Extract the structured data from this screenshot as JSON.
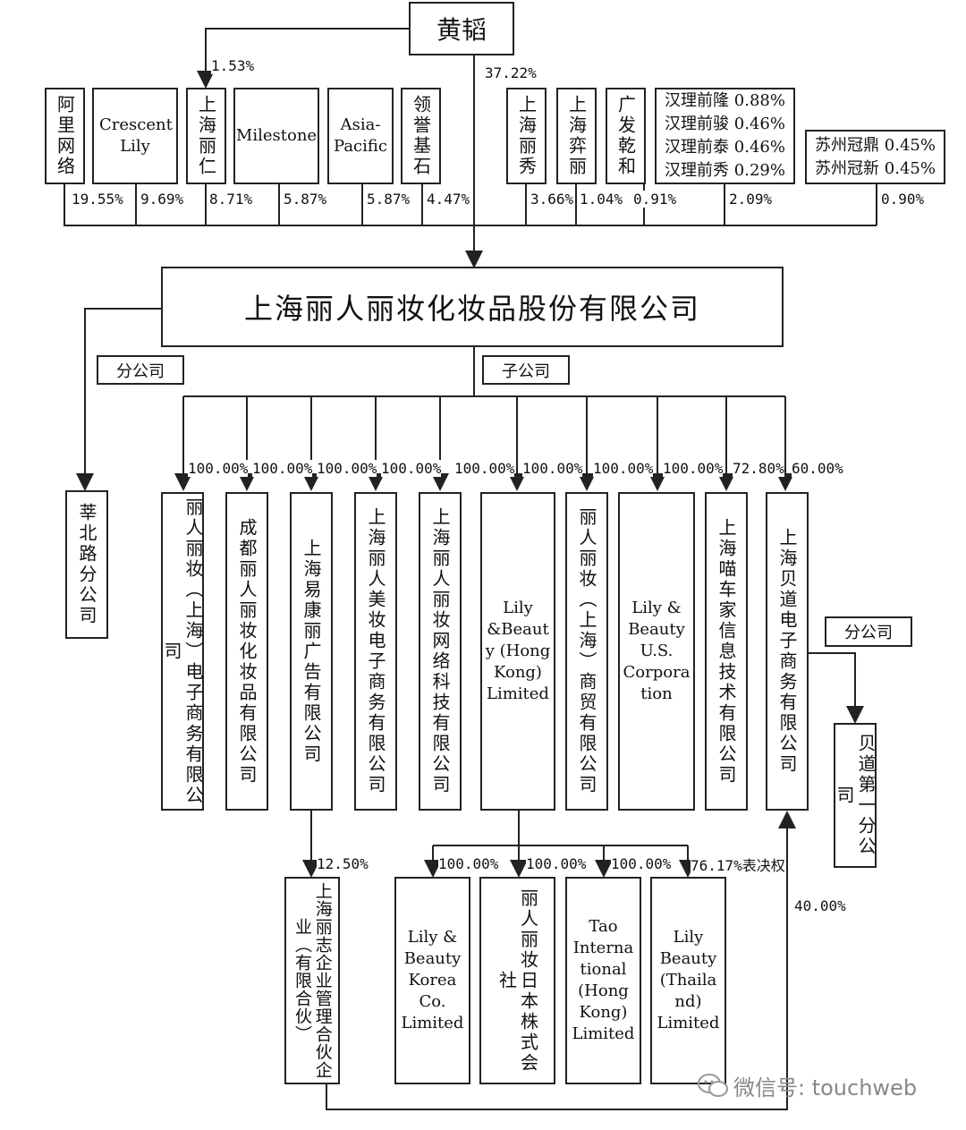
{
  "founder": "黄韬",
  "shareholders": {
    "alibaba": {
      "name": "阿里网络",
      "pct": "19.55%"
    },
    "crescent": {
      "name": "Crescent Lily",
      "pct": "9.69%"
    },
    "liren": {
      "name": "上海丽仁",
      "pct": "8.71%",
      "founder_pct": "1.53%"
    },
    "milestone": {
      "name": "Milestone",
      "pct": "5.87%"
    },
    "asia": {
      "name": "Asia-Pacific",
      "pct": "5.87%"
    },
    "lingyu": {
      "name": "领誉基石",
      "pct": "4.47%"
    },
    "lixiu": {
      "name": "上海丽秀",
      "pct": "3.66%"
    },
    "yili": {
      "name": "上海弈丽",
      "pct": "1.04%"
    },
    "guangfa": {
      "name": "广发乾和",
      "pct": "0.91%"
    },
    "hanli": {
      "lines": [
        "汉理前隆 0.88%",
        "汉理前骏 0.46%",
        "汉理前泰 0.46%",
        "汉理前秀 0.29%"
      ],
      "pct": "2.09%"
    },
    "suzhou": {
      "lines": [
        "苏州冠鼎 0.45%",
        "苏州冠新 0.45%"
      ],
      "pct": "0.90%"
    }
  },
  "founder_direct_pct": "37.22%",
  "company": "上海丽人丽妆化妆品股份有限公司",
  "branch_label": "分公司",
  "subsidiary_label": "子公司",
  "branch": "莘北路分公司",
  "subsidiaries": [
    {
      "name": "丽人丽妆（上海）电子商务有限公司",
      "pct": "100.00%"
    },
    {
      "name": "成都丽人丽妆化妆品有限公司",
      "pct": "100.00%"
    },
    {
      "name": "上海易康丽广告有限公司",
      "pct": "100.00%"
    },
    {
      "name": "上海丽人美妆电子商务有限公司",
      "pct": "100.00%"
    },
    {
      "name": "上海丽人丽妆网络科技有限公司",
      "pct": "100.00%"
    },
    {
      "name": "Lily &Beauty (Hong Kong) Limited",
      "pct": "100.00%"
    },
    {
      "name": "丽人丽妆（上海）商贸有限公司",
      "pct": "100.00%"
    },
    {
      "name": "Lily & Beauty U.S. Corporation",
      "pct": "100.00%"
    },
    {
      "name": "上海喵车家信息技术有限公司",
      "pct": "72.80%"
    },
    {
      "name": "上海贝道电子商务有限公司",
      "pct": "60.00%"
    }
  ],
  "beidao_branch_label": "分公司",
  "beidao_branch": "贝道第一分公司",
  "partnership": {
    "name": "上海丽志企业管理合伙企业（有限合伙）",
    "pct": "12.50%",
    "to_beidao_pct": "40.00%"
  },
  "hk_subs": [
    {
      "name": "Lily & Beauty Korea Co. Limited",
      "pct": "100.00%"
    },
    {
      "name": "丽人丽妆日本株式会社",
      "pct": "100.00%"
    },
    {
      "name": "Tao International (Hong Kong) Limited",
      "pct": "100.00%"
    },
    {
      "name": "Lily Beauty (Thailand) Limited",
      "pct": "76.17%表决权"
    }
  ],
  "watermark": "微信号: touchweb",
  "colors": {
    "line": "#222222",
    "watermark": "#888888"
  }
}
